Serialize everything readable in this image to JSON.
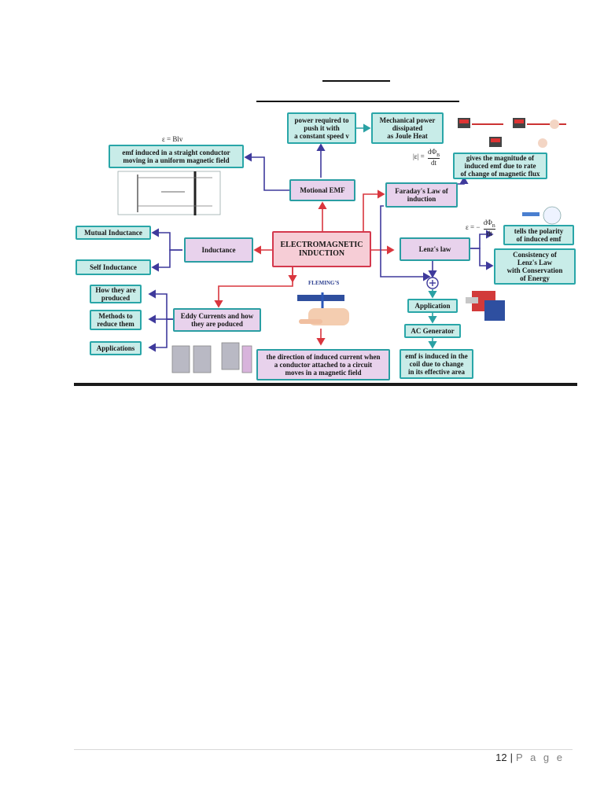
{
  "diagram": {
    "center": "ELECTROMAGNETIC\nINDUCTION",
    "motional_emf": "Motional EMF",
    "power_required": "power required to\npush it with\na constant speed v",
    "mechanical_power": "Mechanical power\ndissipated\nas Joule Heat",
    "emf_straight": "emf induced in a straight conductor\nmoving in a uniform magnetic field",
    "emf_formula": "ε = Blv",
    "faraday": "Faraday's Law of\ninduction",
    "faraday_desc": "gives the magnitude of\ninduced emf due to rate\nof change of magnetic flux",
    "faraday_formula_lhs": "|ε| =",
    "lenz": "Lenz's law",
    "lenz_desc": "tells the polarity\nof induced emf",
    "lenz_formula_lhs": "ε = −",
    "flux_num": "dΦ",
    "flux_sub": "B",
    "flux_den": "dt",
    "lenz_consistency": "Consistency of\nLenz's Law\nwith Conservation\nof Energy",
    "inductance": "Inductance",
    "mutual": "Mutual Inductance",
    "self": "Self Inductance",
    "eddy": "Eddy Currents and how\nthey are poduced",
    "how_produced": "How they are\nproduced",
    "methods": "Methods to\nreduce them",
    "applications": "Applications",
    "application": "Application",
    "plus": "+",
    "ac_generator": "AC Generator",
    "emf_coil": "emf is induced in the\ncoil due to change\nin its effective area",
    "fleming": "the direction of induced current when\na conductor attached to a circuit\nmoves in a magnetic field",
    "fleming_rule": "FLEMING'S"
  },
  "colors": {
    "arrow_red": "#d9363e",
    "arrow_blue": "#3f3a9c",
    "arrow_teal": "#2aa1a4"
  },
  "footer": {
    "page_number": "12",
    "separator": "|",
    "page_word": "P a g e"
  }
}
